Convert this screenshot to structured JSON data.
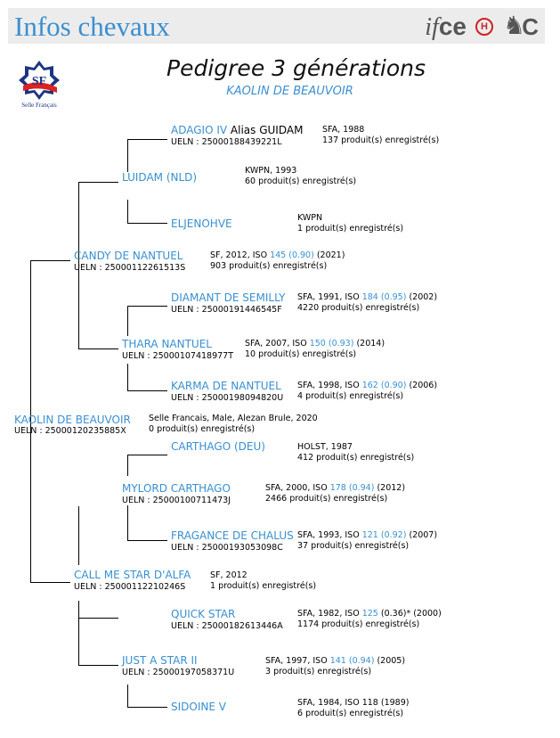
{
  "header": {
    "title": "Infos chevaux",
    "logo_text_if": "if",
    "logo_text_ce": "ce",
    "logo_h": "H",
    "logo_c": "C"
  },
  "sf_logo": {
    "letters": "SF",
    "caption": "Selle Français"
  },
  "title": "Pedigree 3 générations",
  "horse_name": "KAOLIN DE BEAUVOIR",
  "horses": {
    "subject": {
      "name": "KAOLIN DE BEAUVOIR",
      "ueln": "UELN : 25000120235885X",
      "line1": "Selle Francais, Male, Alezan Brule, 2020",
      "line2": "0 produit(s) enregistré(s)"
    },
    "sire": {
      "name": "CANDY DE NANTUEL",
      "ueln": "UELN : 25000112261513S",
      "info_pre": "SF, 2012, ISO ",
      "iso": "145 (0.90)",
      "info_post": " (2021)",
      "line2": "903 produit(s) enregistré(s)"
    },
    "sire_sire": {
      "name": "LUIDAM (NLD)",
      "line1": "KWPN, 1993",
      "line2": "60 produit(s) enregistré(s)"
    },
    "sire_sire_sire": {
      "name": "ADAGIO IV",
      "alias": " Alias GUIDAM",
      "ueln": "UELN : 25000188439221L",
      "line1": "SFA, 1988",
      "line2": "137 produit(s) enregistré(s)"
    },
    "sire_sire_dam": {
      "name": "ELJENOHVE",
      "line1": "KWPN",
      "line2": "1 produit(s) enregistré(s)"
    },
    "sire_dam": {
      "name": "THARA NANTUEL",
      "ueln": "UELN : 25000107418977T",
      "info_pre": "SFA, 2007, ISO ",
      "iso": "150 (0.93)",
      "info_post": " (2014)",
      "line2": "10 produit(s) enregistré(s)"
    },
    "sire_dam_sire": {
      "name": "DIAMANT DE SEMILLY",
      "ueln": "UELN : 25000191446545F",
      "info_pre": "SFA, 1991, ISO ",
      "iso": "184 (0.95)",
      "info_post": " (2002)",
      "line2": "4220 produit(s) enregistré(s)"
    },
    "sire_dam_dam": {
      "name": "KARMA DE NANTUEL",
      "ueln": "UELN : 25000198094820U",
      "info_pre": "SFA, 1998, ISO ",
      "iso": "162 (0.90)",
      "info_post": " (2006)",
      "line2": "4 produit(s) enregistré(s)"
    },
    "dam": {
      "name": "CALL ME STAR D'ALFA",
      "ueln": "UELN : 25000112210246S",
      "line1": "SF, 2012",
      "line2": "1 produit(s) enregistré(s)"
    },
    "dam_sire": {
      "name": "MYLORD CARTHAGO",
      "ueln": "UELN : 25000100711473J",
      "info_pre": "SFA, 2000, ISO ",
      "iso": "178 (0.94)",
      "info_post": " (2012)",
      "line2": "2466 produit(s) enregistré(s)"
    },
    "dam_sire_sire": {
      "name": "CARTHAGO (DEU)",
      "line1": "HOLST, 1987",
      "line2": "412 produit(s) enregistré(s)"
    },
    "dam_sire_dam": {
      "name": "FRAGANCE DE CHALUS",
      "ueln": "UELN : 25000193053098C",
      "info_pre": "SFA, 1993, ISO ",
      "iso": "121 (0.92)",
      "info_post": " (2007)",
      "line2": "37 produit(s) enregistré(s)"
    },
    "dam_dam": {
      "name": "JUST A STAR II",
      "ueln": "UELN : 25000197058371U",
      "info_pre": "SFA, 1997, ISO ",
      "iso": "141 (0.94)",
      "info_post": " (2005)",
      "line2": "3 produit(s) enregistré(s)"
    },
    "dam_dam_sire": {
      "name": "QUICK STAR",
      "ueln": "UELN : 25000182613446A",
      "info_pre": "SFA, 1982, ISO ",
      "iso": "125",
      "info_post": " (0.36)* (2000)",
      "line2": "1174 produit(s) enregistré(s)"
    },
    "dam_dam_dam": {
      "name": "SIDOINE V",
      "line1": "SFA, 1984, ISO 118 (1989)",
      "line2": "6 produit(s) enregistré(s)"
    }
  }
}
